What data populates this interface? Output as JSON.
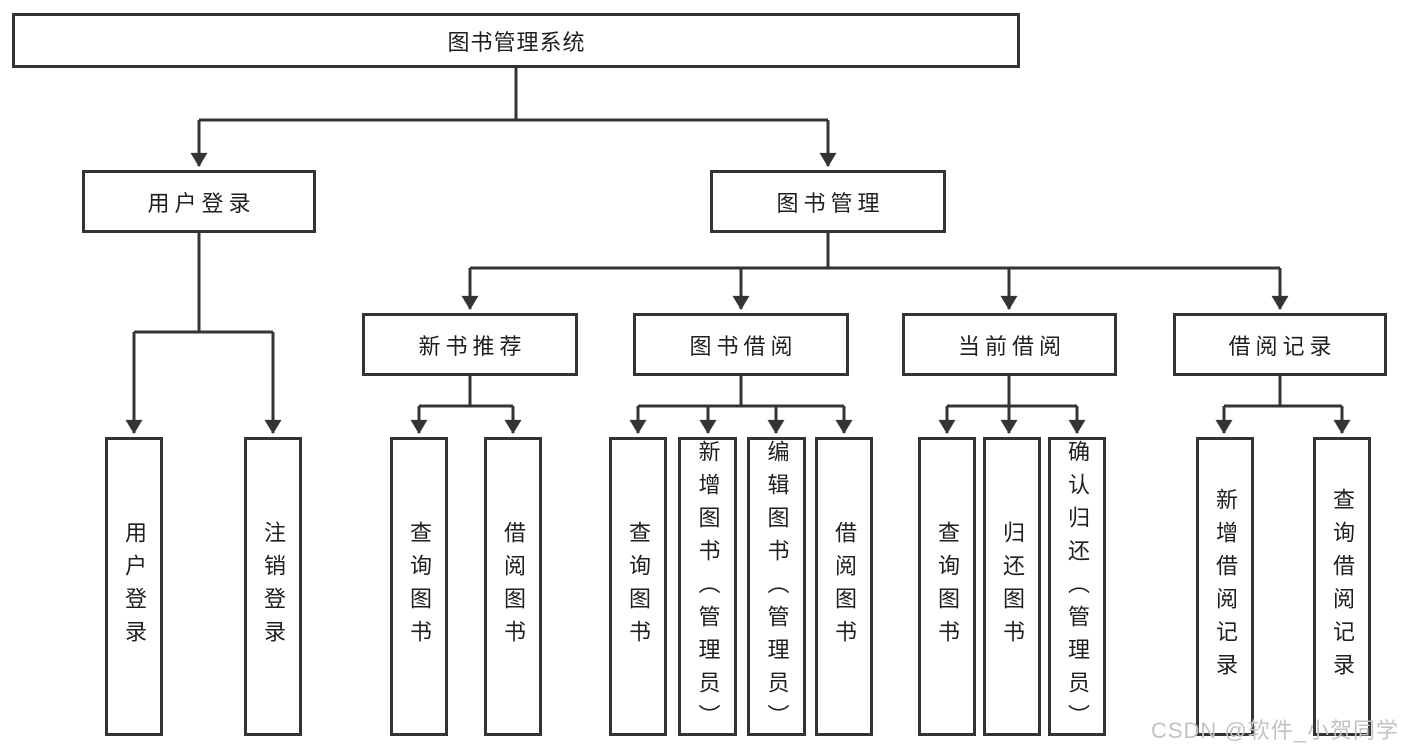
{
  "diagram_title": "图书管理系统",
  "watermark": {
    "text": "CSDN @软件_小贺同学"
  },
  "colors": {
    "line": "#343434",
    "box_border": "#343434",
    "text": "#1f1f1f",
    "background": "#ffffff",
    "watermark": "#c3c3c3"
  },
  "tree": {
    "root": "图书管理系统",
    "children": [
      {
        "label": "用户登录",
        "children": [
          "用户登录",
          "注销登录"
        ]
      },
      {
        "label": "图书管理",
        "children": [
          {
            "label": "新书推荐",
            "children": [
              "查询图书",
              "借阅图书"
            ]
          },
          {
            "label": "图书借阅",
            "children": [
              "查询图书",
              "新增图书（管理员）",
              "编辑图书（管理员）",
              "借阅图书"
            ]
          },
          {
            "label": "当前借阅",
            "children": [
              "查询图书",
              "归还图书",
              "确认归还（管理员）"
            ]
          },
          {
            "label": "借阅记录",
            "children": [
              "新增借阅记录",
              "查询借阅记录"
            ]
          }
        ]
      }
    ]
  }
}
